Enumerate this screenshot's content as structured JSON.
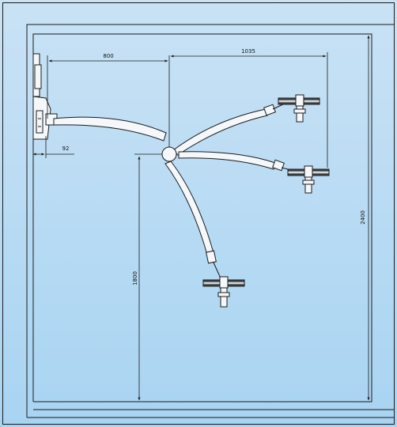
{
  "colors": {
    "background_top": "#c9e2f5",
    "background_bottom": "#a8d4f2",
    "line": "#1a1a1a",
    "arm_fill": "#f4f8fb"
  },
  "dimensions": {
    "horizontal_offset_to_hub": "800",
    "horizontal_reach_right": "1035",
    "wall_bracket_depth": "92",
    "hub_height": "1800",
    "room_height": "2400"
  },
  "icons": {
    "wall_mount": "wall-bracket-icon",
    "hub": "pivot-hub-icon",
    "light_head": "surgical-light-head-icon"
  }
}
